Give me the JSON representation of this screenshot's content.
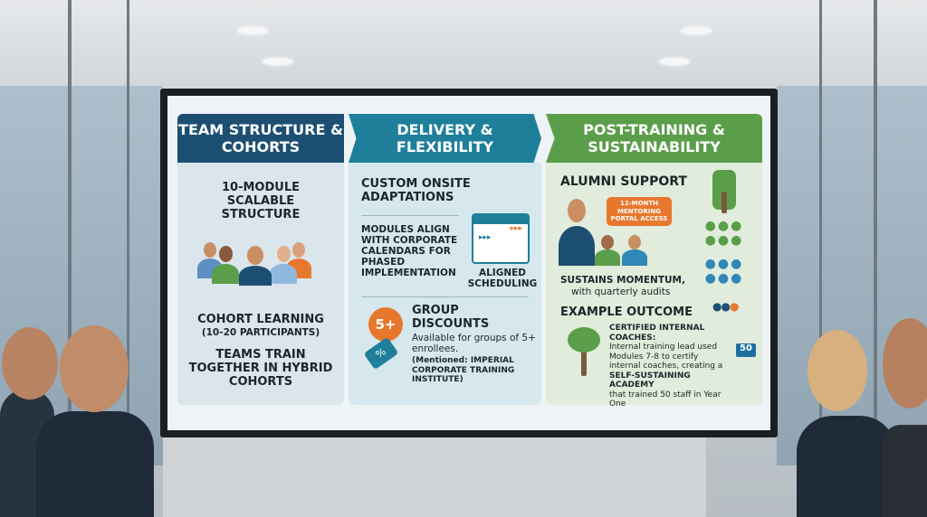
{
  "columns": [
    {
      "title": "TEAM STRUCTURE & COHORTS",
      "heading": "10-MODULE SCALABLE STRUCTURE",
      "sub1": "COHORT LEARNING",
      "sub1_detail": "(10-20 PARTICIPANTS)",
      "sub2": "TEAMS TRAIN TOGETHER IN HYBRID COHORTS"
    },
    {
      "title": "DELIVERY & FLEXIBILITY",
      "heading": "CUSTOM ONSITE ADAPTATIONS",
      "body": "MODULES ALIGN WITH CORPORATE CALENDARS FOR PHASED IMPLEMENTATION",
      "icon_caption": "ALIGNED SCHEDULING",
      "badge": "5+",
      "tag_symbol": "%",
      "discount_title": "GROUP DISCOUNTS",
      "discount_text": "Available for groups of 5+ enrollees.",
      "discount_note": "(Mentioned: IMPERIAL CORPORATE TRAINING INSTITUTE)"
    },
    {
      "title": "POST-TRAINING & SUSTAINABILITY",
      "heading": "ALUMNI SUPPORT",
      "bubble": "12-MONTH MENTORING PORTAL ACCESS",
      "momentum": "SUSTAINS MOMENTUM,",
      "momentum_detail": "with quarterly audits",
      "outcome_heading": "EXAMPLE OUTCOME",
      "outcome_title": "CERTIFIED INTERNAL COACHES:",
      "outcome_text": "Internal training lead used Modules 7-8 to certify internal coaches, creating a",
      "outcome_bold": "SELF-SUSTAINING ACADEMY",
      "outcome_end": "that trained 50 staff in Year One",
      "count_badge": "50"
    }
  ],
  "colors": {
    "navy": "#1d4f73",
    "teal": "#1f7f9a",
    "green": "#5b9e4a",
    "orange": "#e8772e"
  }
}
